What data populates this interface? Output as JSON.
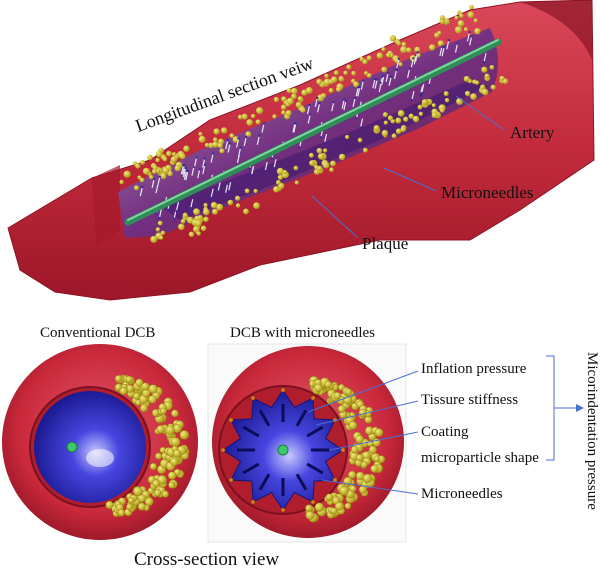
{
  "top": {
    "title": "Longitudinal section veiw",
    "labels": {
      "artery": "Artery",
      "microneedles": "Microneedles",
      "plaque": "Plaque"
    }
  },
  "bottom": {
    "left_title": "Conventional DCB",
    "right_title": "DCB with microneedles",
    "factors": [
      "Inflation pressure",
      "Tissure stiffness",
      "Coating",
      "microparticle shape",
      "Microneedles"
    ],
    "side_label": "Micorindentation pressure",
    "footer": "Cross-section view"
  },
  "colors": {
    "artery_red": "#c8283a",
    "artery_dark": "#8e1424",
    "plaque_yellow": "#d4c21a",
    "balloon_blue": "#2a2ad0",
    "guidewire_green": "#3fae6e",
    "leader_blue": "#4a6fd0"
  }
}
